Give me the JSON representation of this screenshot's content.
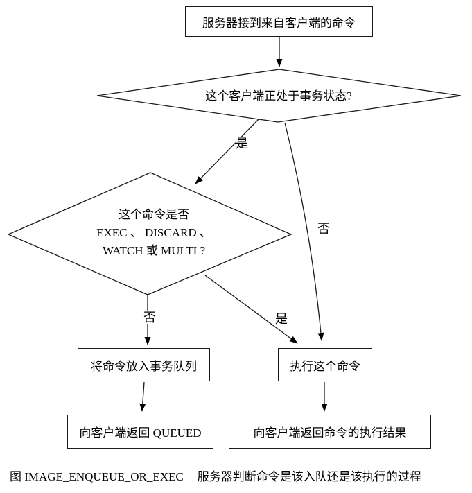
{
  "colors": {
    "background": "#ffffff",
    "ink": "#000000"
  },
  "flowchart": {
    "nodes": {
      "receive": {
        "label": "服务器接到来自客户端的命令"
      },
      "in_transaction": {
        "label": "这个客户端正处于事务状态?"
      },
      "is_special": {
        "line1": "这个命令是否",
        "line2": "EXEC 、 DISCARD 、",
        "line3": "WATCH 或 MULTI ?"
      },
      "enqueue": {
        "label": "将命令放入事务队列"
      },
      "exec": {
        "label": "执行这个命令"
      },
      "return_queued": {
        "label": "向客户端返回 QUEUED"
      },
      "return_result": {
        "label": "向客户端返回命令的执行结果"
      }
    },
    "edge_labels": {
      "in_transaction_yes": "是",
      "in_transaction_no": "否",
      "is_special_no": "否",
      "is_special_yes": "是"
    }
  },
  "caption": {
    "figure_id": "图 IMAGE_ENQUEUE_OR_EXEC",
    "text": "服务器判断命令是该入队还是该执行的过程"
  }
}
